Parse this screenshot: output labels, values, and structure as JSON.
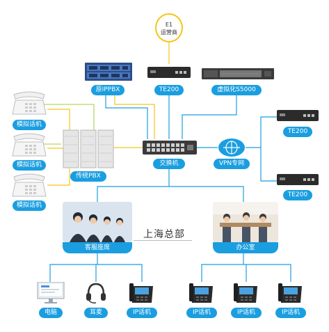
{
  "e1": {
    "line1": "E1",
    "line2": "运营商"
  },
  "labels": {
    "old_ippbx": "原IPPBX",
    "te200_top": "TE200",
    "virtual_s5000": "虚拟化S5000",
    "analog_phone_1": "模拟话机",
    "analog_phone_2": "模拟话机",
    "analog_phone_3": "模拟话机",
    "legacy_pbx": "传统PBX",
    "switch": "交换机",
    "vpn": "VPN专网",
    "te200_right_1": "TE200",
    "te200_right_2": "TE200",
    "hq": "上海总部",
    "customer_service": "客服座席",
    "office": "办公室",
    "computer": "电脑",
    "headset": "耳麦",
    "ip_phone_1": "IP话机",
    "ip_phone_2": "IP话机",
    "ip_phone_3": "IP话机",
    "ip_phone_4": "IP话机"
  },
  "colors": {
    "accent": "#1a9ee0",
    "link_blue": "#1a9ee0",
    "link_yellow": "#f5c518",
    "link_green": "#9ccc3c"
  }
}
